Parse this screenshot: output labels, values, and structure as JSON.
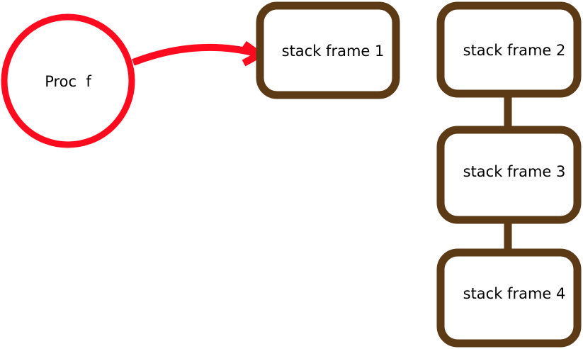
{
  "colors": {
    "process": "#ff0a1e",
    "frame": "#5c3a16",
    "background": "#ffffff",
    "text": "#000000"
  },
  "process": {
    "label": "Proc  f"
  },
  "frames": [
    {
      "label": "stack frame 1"
    },
    {
      "label": "stack frame 2"
    },
    {
      "label": "stack frame 3"
    },
    {
      "label": "stack frame 4"
    }
  ]
}
